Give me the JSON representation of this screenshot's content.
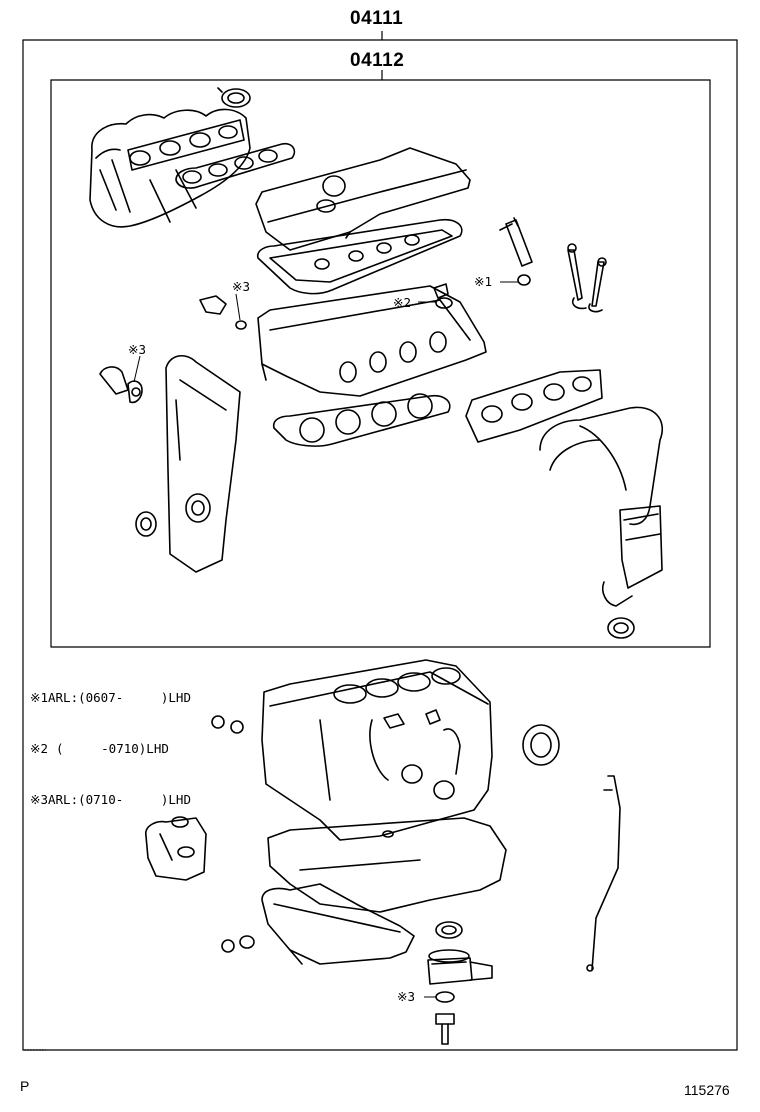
{
  "assembly": {
    "outer_part": "04111",
    "inner_part": "04112"
  },
  "notes": [
    {
      "mark": "※1",
      "text": "ARL:(0607-     )LHD"
    },
    {
      "mark": "※2",
      "text": "(     -0710)LHD"
    },
    {
      "mark": "※3",
      "text": "ARL:(0710-     )LHD"
    }
  ],
  "callouts": {
    "c1": "※1",
    "c2": "※2",
    "c3a": "※3",
    "c3b": "※3",
    "c3c": "※3"
  },
  "footer": {
    "left": "P",
    "right": "115276"
  }
}
